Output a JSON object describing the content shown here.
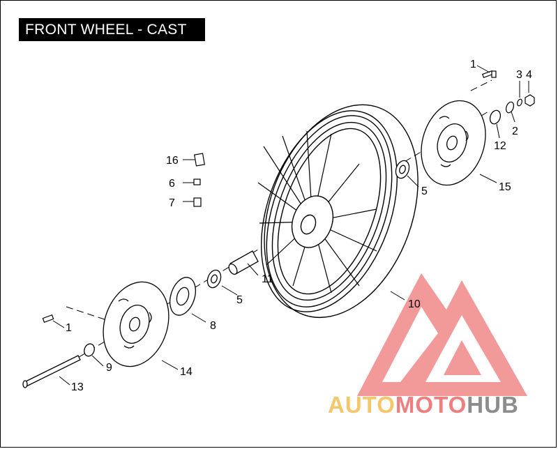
{
  "title": "FRONT WHEEL - CAST",
  "callouts": [
    {
      "id": "c1a",
      "label": "1"
    },
    {
      "id": "c3",
      "label": "3"
    },
    {
      "id": "c4",
      "label": "4"
    },
    {
      "id": "c2",
      "label": "2"
    },
    {
      "id": "c12",
      "label": "12"
    },
    {
      "id": "c16",
      "label": "16"
    },
    {
      "id": "c6",
      "label": "6"
    },
    {
      "id": "c7",
      "label": "7"
    },
    {
      "id": "c5a",
      "label": "5"
    },
    {
      "id": "c15",
      "label": "15"
    },
    {
      "id": "c11",
      "label": "11"
    },
    {
      "id": "c5b",
      "label": "5"
    },
    {
      "id": "c10",
      "label": "10"
    },
    {
      "id": "c8",
      "label": "8"
    },
    {
      "id": "c1b",
      "label": "1"
    },
    {
      "id": "c9",
      "label": "9"
    },
    {
      "id": "c14",
      "label": "14"
    },
    {
      "id": "c13",
      "label": "13"
    }
  ],
  "watermark": {
    "part1": "AUTO",
    "part2": "MOTO",
    "part3": "HUB",
    "colors": {
      "part1": "#f5c76a",
      "part2": "#ef7e7e",
      "part3": "#8d8d8d",
      "logo": "#ef7e7e"
    }
  }
}
